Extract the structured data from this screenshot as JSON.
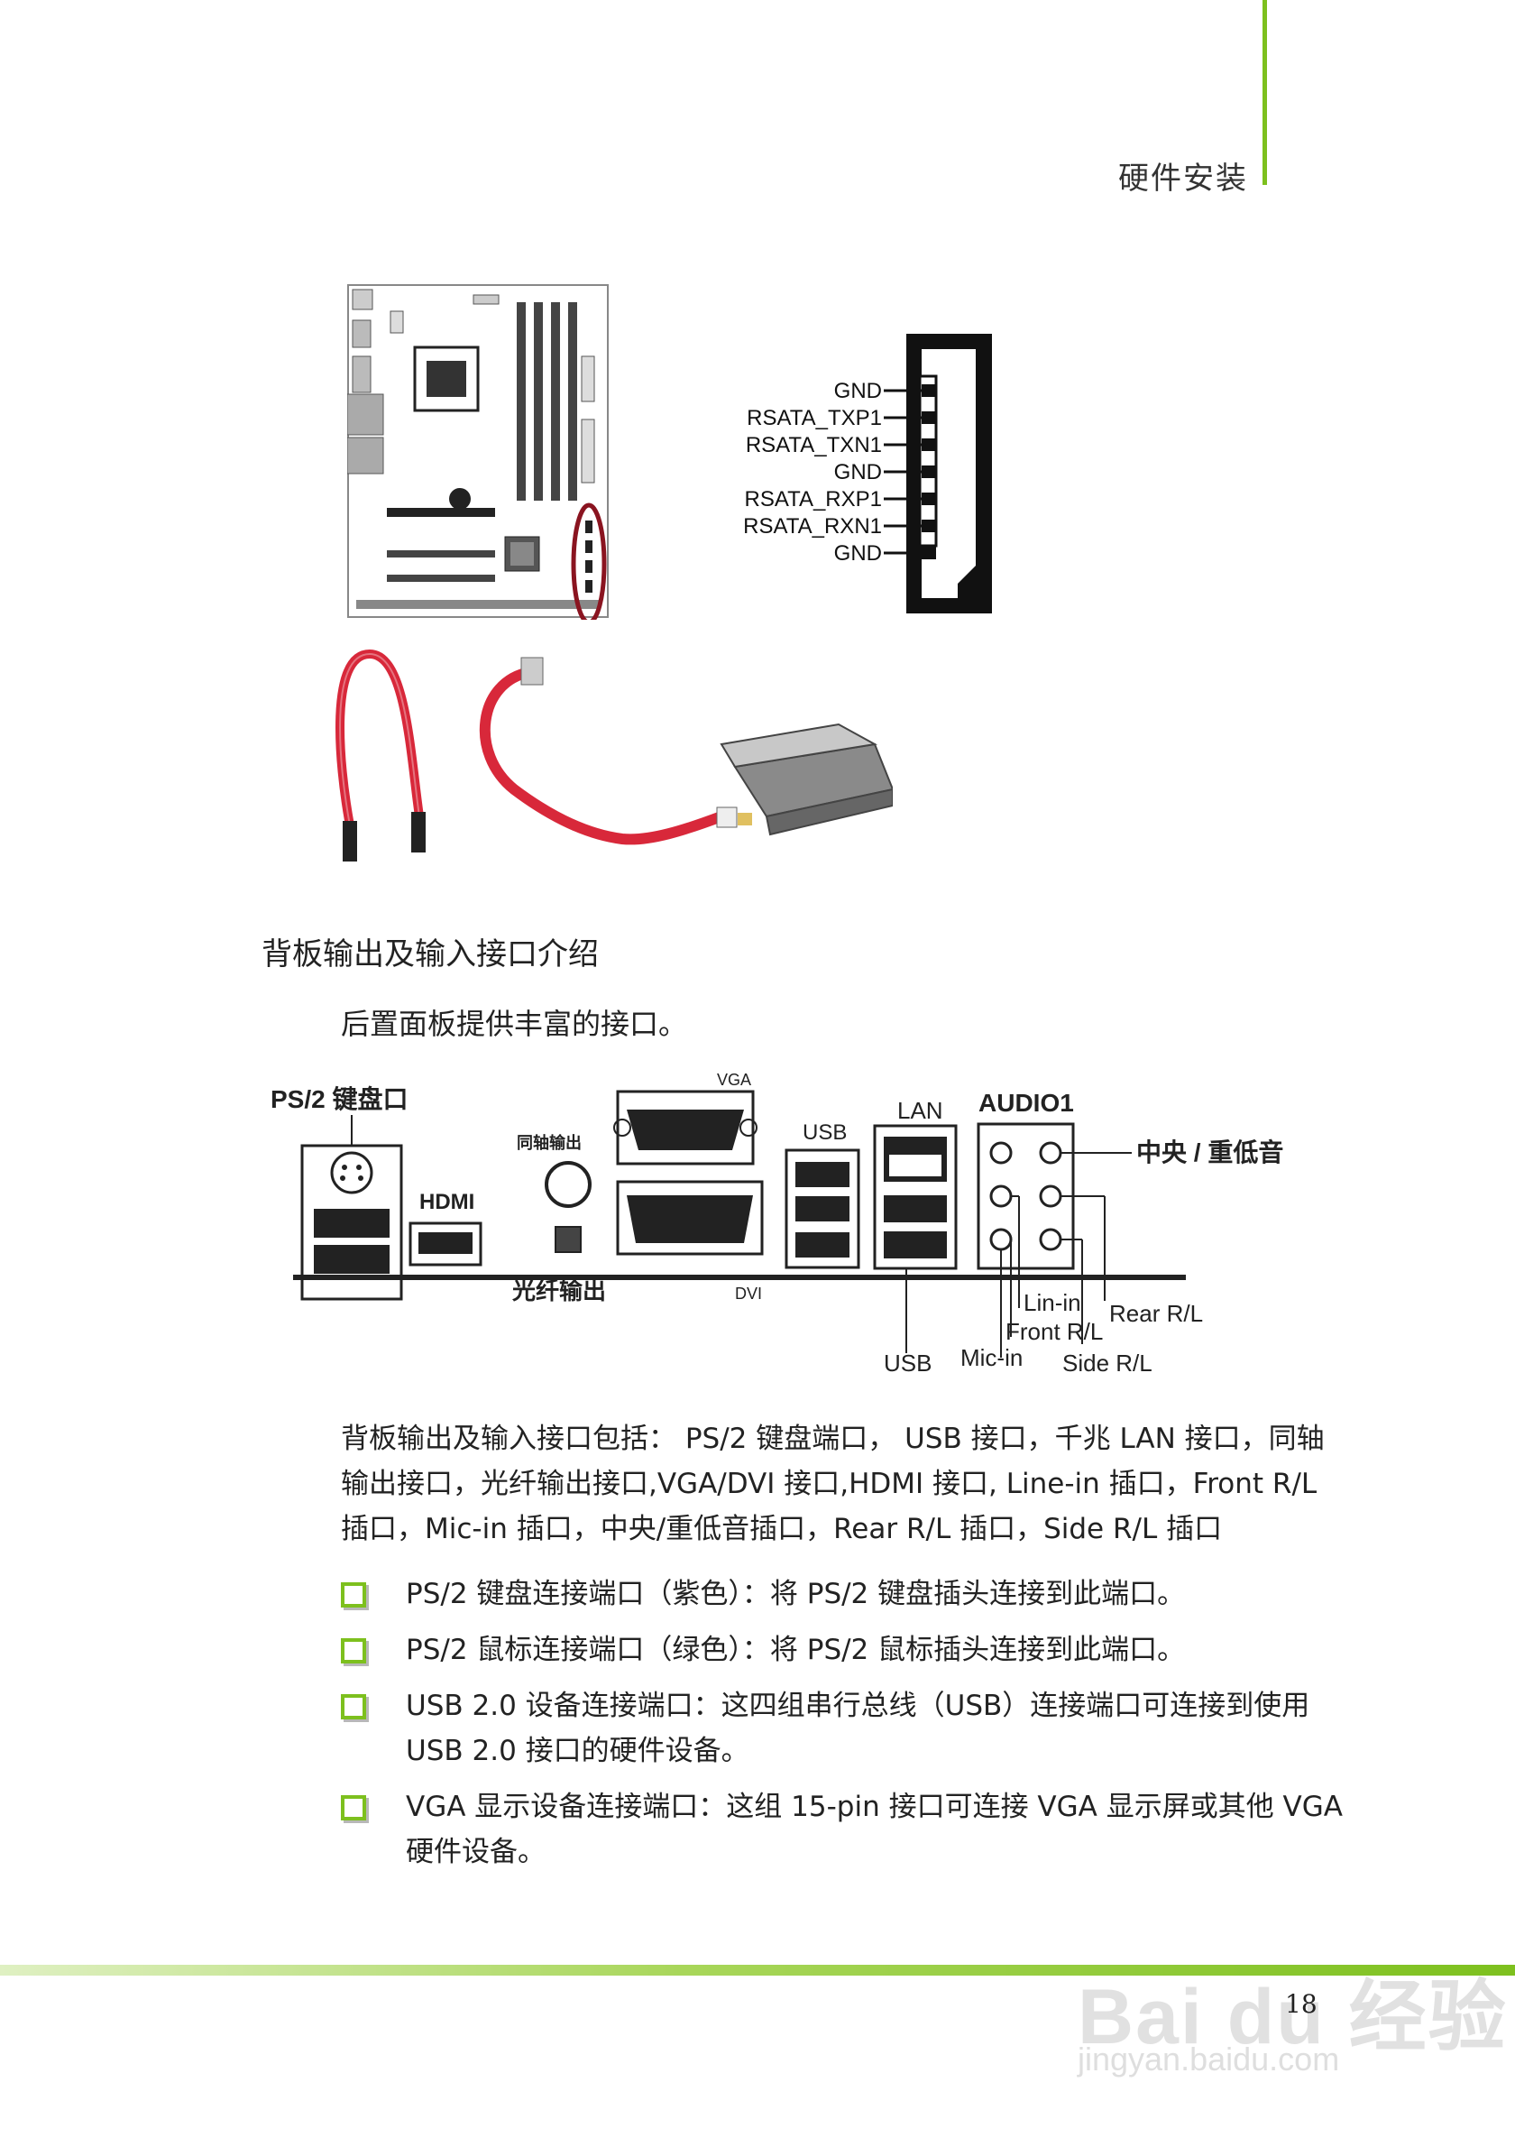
{
  "header": {
    "title": "硬件安装"
  },
  "sata_pins": [
    "GND",
    "RSATA_TXP1",
    "RSATA_TXN1",
    "GND",
    "RSATA_RXP1",
    "RSATA_RXN1",
    "GND"
  ],
  "section": {
    "title": "背板输出及输入接口介绍",
    "intro": "后置面板提供丰富的接口。"
  },
  "rear_panel": {
    "ps2": "PS/2 键盘口",
    "hdmi": "HDMI",
    "coax": "同轴输出",
    "optical": "光纤输出",
    "vga": "VGA",
    "dvi": "DVI",
    "usb_top": "USB",
    "lan": "LAN",
    "usb_bottom": "USB",
    "audio": "AUDIO1",
    "center_sub": "中央 / 重低音",
    "line_in": "Lin-in",
    "front": "Front R/L",
    "mic_in": "Mic-in",
    "rear": "Rear R/L",
    "side": "Side R/L"
  },
  "summary": "背板输出及输入接口包括： PS/2 键盘端口， USB 接口，千兆 LAN 接口，同轴输出接口，光纤输出接口,VGA/DVI 接口,HDMI 接口, Line-in 插口，Front R/L 插口，Mic-in 插口，中央/重低音插口，Rear R/L 插口，Side R/L 插口",
  "bullets": [
    "PS/2 键盘连接端口（紫色）：将 PS/2 键盘插头连接到此端口。",
    "PS/2 鼠标连接端口（绿色）：将 PS/2 鼠标插头连接到此端口。",
    "USB 2.0 设备连接端口：这四组串行总线（USB）连接端口可连接到使用 USB 2.0 接口的硬件设备。",
    "VGA 显示设备连接端口：这组 15-pin 接口可连接 VGA 显示屏或其他 VGA 硬件设备。"
  ],
  "footer": {
    "page_number": "18"
  },
  "watermark": {
    "brand": "Bai du 经验",
    "url": "jingyan.baidu.com"
  },
  "colors": {
    "accent_green": "#7dc01e",
    "cable_red": "#d8283a",
    "highlight_circle": "#8a1420"
  }
}
